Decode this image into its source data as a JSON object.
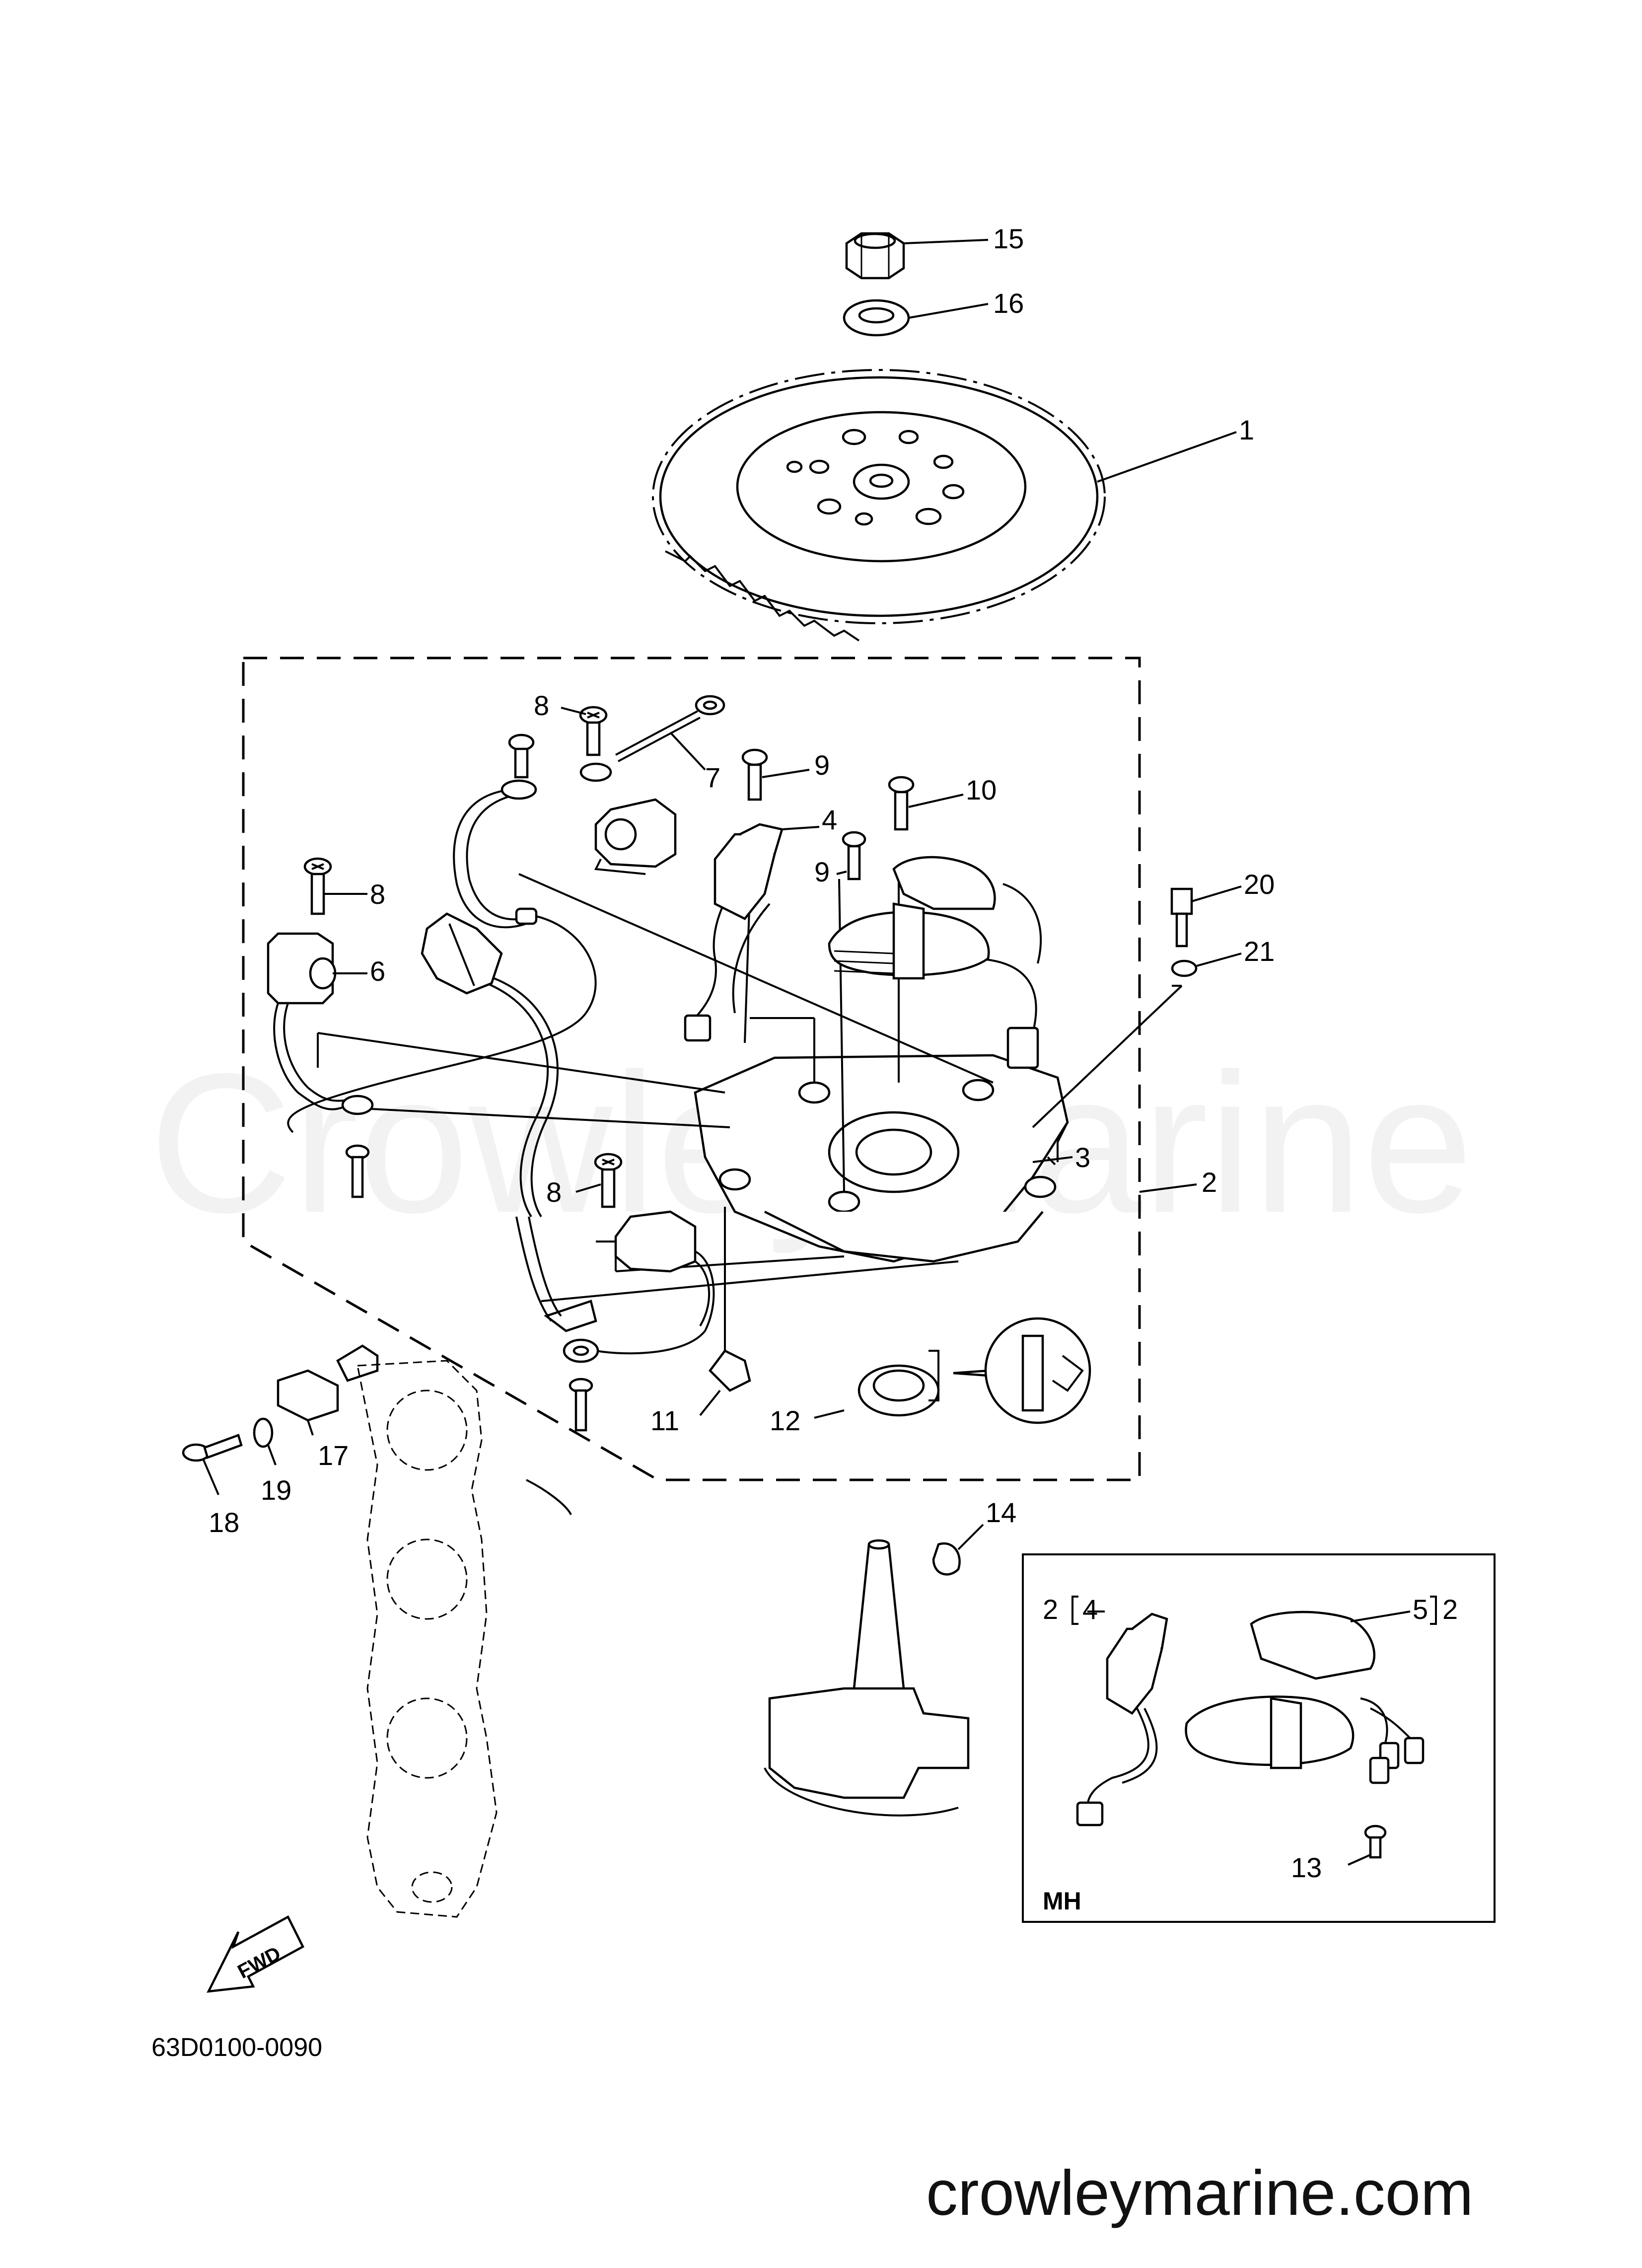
{
  "watermark": "CrowleyMarine",
  "site": "crowleymarine.com",
  "diagram_code": "63D0100-0090",
  "fwd": "FWD",
  "inset": {
    "title": "MH",
    "bracket_2a": "2",
    "bracket_2b": "2"
  },
  "labels": {
    "p1": "1",
    "p2": "2",
    "p3": "3",
    "p4": "4",
    "p6": "6",
    "p7": "7",
    "p8a": "8",
    "p8b": "8",
    "p8c": "8",
    "p9a": "9",
    "p9b": "9",
    "p10": "10",
    "p11": "11",
    "p12": "12",
    "p14": "14",
    "p15": "15",
    "p16": "16",
    "p17": "17",
    "p18": "18",
    "p19": "19",
    "p20": "20",
    "p21": "21",
    "i4": "4",
    "i5": "5",
    "i13": "13"
  }
}
